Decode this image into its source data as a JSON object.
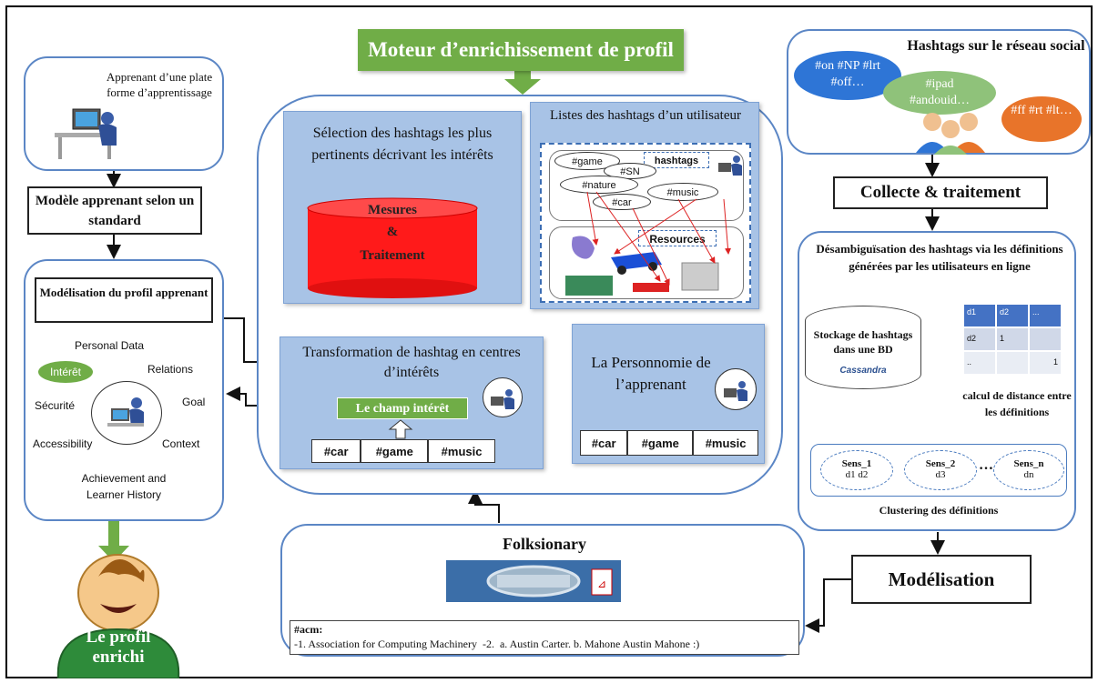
{
  "header": {
    "title": "Moteur d’enrichissement de profil"
  },
  "left": {
    "apprenant_label": "Apprenant d’une plate forme d’apprentissage",
    "modele_label": "Modèle apprenant selon un standard",
    "modelisation_profil": "Modélisation du profil apprenant",
    "items": {
      "personal": "Personal Data",
      "interet": "Intérêt",
      "relations": "Relations",
      "securite": "Sécurité",
      "goal": "Goal",
      "accessibility": "Accessibility",
      "context": "Context",
      "achievement": "Achievement and Learner History"
    },
    "profil_enrichi": "Le profil enrichi"
  },
  "center": {
    "selection_title": "Sélection des hashtags les plus pertinents décrivant les intérêts",
    "mesures": "Mesures",
    "amp": "&",
    "traitement": "Traitement",
    "listes_title": "Listes des hashtags d’un utilisateur",
    "hashtags_label": "hashtags",
    "resources_label": "Resources",
    "tags": [
      "#game",
      "#SN",
      "#nature",
      "#music",
      "#car"
    ],
    "transformation_title": "Transformation de hashtag en centres d’intérêts",
    "champ_interet": "Le champ intérêt",
    "interest_cells": [
      "#car",
      "#game",
      "#music"
    ],
    "personnomie_title": "La Personnomie de l’apprenant",
    "personnomie_cells": [
      "#car",
      "#game",
      "#music"
    ]
  },
  "folksionary": {
    "title": "Folksionary",
    "acm_tag": "#acm:",
    "definition": "-1. Association for Computing Machinery  -2.  a. Austin Carter. b. Mahone Austin Mahone :)"
  },
  "right": {
    "hashtags_title": "Hashtags sur le réseau social",
    "bubble1": "#on  #NP #lrt  #off…",
    "bubble2": "#ipad #andouid…",
    "bubble3": "#ff  #rt #lt…",
    "collecte": "Collecte & traitement",
    "desamb_title": "Désambiguïsation des hashtags via les définitions générées par les utilisateurs en ligne",
    "stockage": "Stockage de hashtags dans une BD",
    "cassandra": "Cassandra",
    "table_head": [
      "d1",
      "d2",
      "..."
    ],
    "table_rows": [
      [
        "d2",
        "1",
        ""
      ],
      [
        "..",
        "",
        "1"
      ]
    ],
    "calcul": "calcul de distance entre les définitions",
    "sens": [
      {
        "name": "Sens_1",
        "defs": "d1  d2"
      },
      {
        "name": "Sens_2",
        "defs": "d3"
      },
      {
        "name": "Sens_n",
        "defs": "dn"
      }
    ],
    "ellipsis": "…",
    "clustering": "Clustering des définitions",
    "modelisation": "Modélisation"
  },
  "colors": {
    "green": "#70ad47",
    "blue_panel": "#a8c3e6",
    "red_db": "#ff1a1a",
    "border_blue": "#5b86c5"
  }
}
